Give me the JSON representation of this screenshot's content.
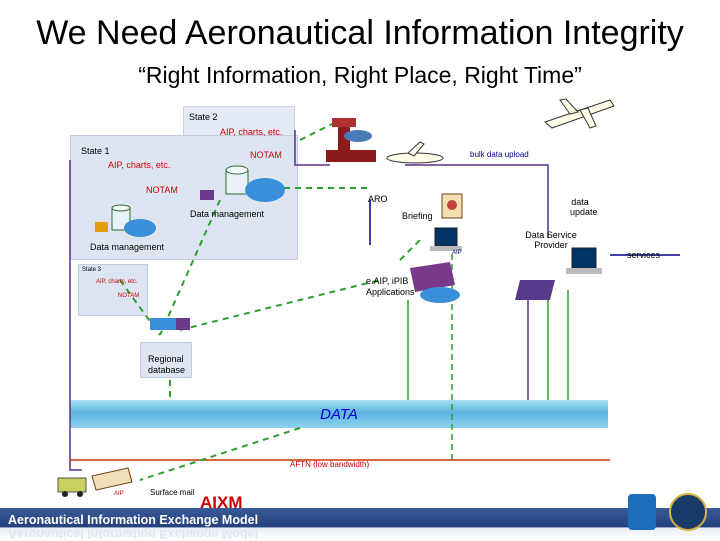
{
  "title": "We Need Aeronautical Information Integrity",
  "subtitle": "“Right Information, Right Place, Right Time”",
  "state2": {
    "label": "State 2",
    "aip": "AIP, charts, etc."
  },
  "state1": {
    "label": "State 1",
    "aip": "AIP, charts, etc.",
    "notam": "NOTAM",
    "notam2": "NOTAM"
  },
  "state3": {
    "label": "State 3",
    "aip": "AIP, charts, etc.",
    "notam": "NOTAM"
  },
  "data_management_1": "Data management",
  "data_management_2": "Data management",
  "bulk_upload": "bulk data upload",
  "aro": "ARO",
  "briefing": "Briefing",
  "aip_screen": "AIP",
  "data_update": [
    "data",
    "update"
  ],
  "dsp": [
    "Data Service",
    "Provider"
  ],
  "services": "services",
  "eaip": [
    "e.AIP, iPIB",
    "Applications"
  ],
  "regional_db": [
    "Regional",
    "database"
  ],
  "data_band": "DATA",
  "aftn": "AFTN (low bandwidth)",
  "surface_mail": "Surface mail",
  "aip_book": "AIP",
  "aixm_logo": "AIXM",
  "footer": "Aeronautical Information Exchange Model",
  "colors": {
    "accent_red": "#cc0000",
    "navy": "#00008b",
    "green_dash": "#2e9e2e",
    "purple": "#663399",
    "data_band": "#5bb5e0",
    "footer_bg": "#2b4a8a",
    "box_fill": "#e0e8f4"
  }
}
